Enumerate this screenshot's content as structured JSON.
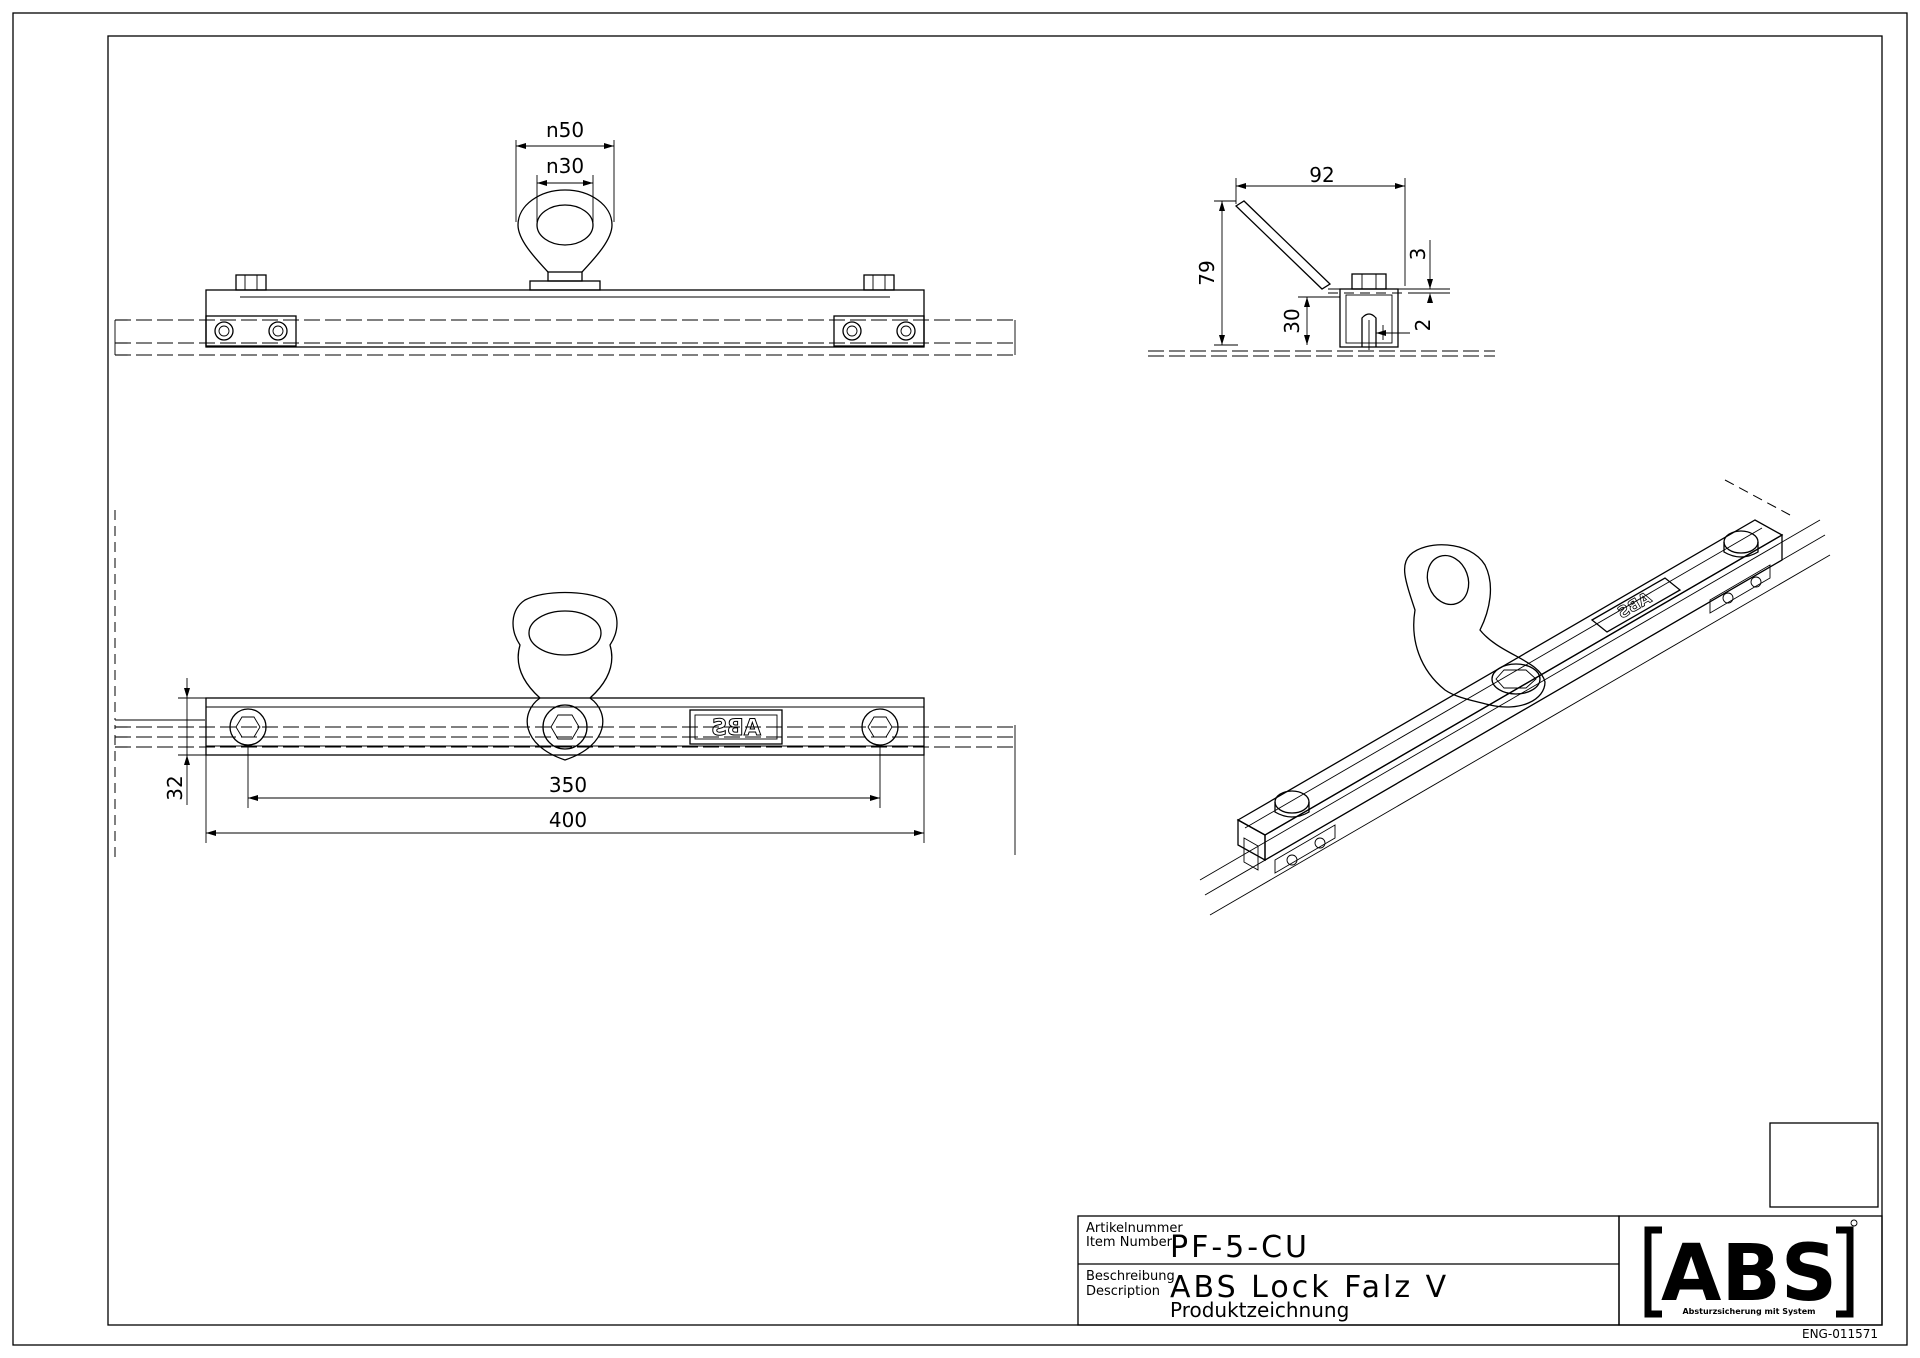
{
  "title_block": {
    "item_number_label_de": "Artikelnummer",
    "item_number_label_en": "Item Number",
    "item_number": "PF-5-CU",
    "description_label_de": "Beschreibung",
    "description_label_en": "Description",
    "description": "ABS Lock Falz V",
    "subtitle": "Produktzeichnung",
    "drawing_number": "ENG-011571"
  },
  "logo": {
    "text": "ABS",
    "tagline": "Absturzsicherung mit System"
  },
  "dimensions": {
    "top_view": {
      "outer_eye": "n50",
      "inner_eye": "n30"
    },
    "side_view": {
      "width": "92",
      "height": "79",
      "rail_height": "30",
      "offset_top": "3",
      "gap": "2"
    },
    "plan_view": {
      "hole_spacing": "350",
      "length": "400",
      "width": "32"
    }
  },
  "stamp_text": "ABS"
}
